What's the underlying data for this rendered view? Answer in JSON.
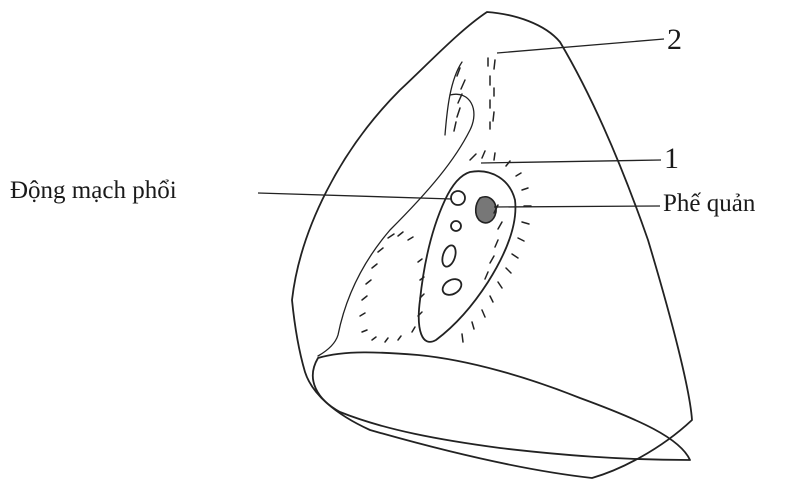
{
  "labels": {
    "artery": "Động mạch phổi",
    "bronchus": "Phế quản",
    "num_1": "1",
    "num_2": "2"
  },
  "colors": {
    "ink": "#222222",
    "background": "#ffffff"
  }
}
